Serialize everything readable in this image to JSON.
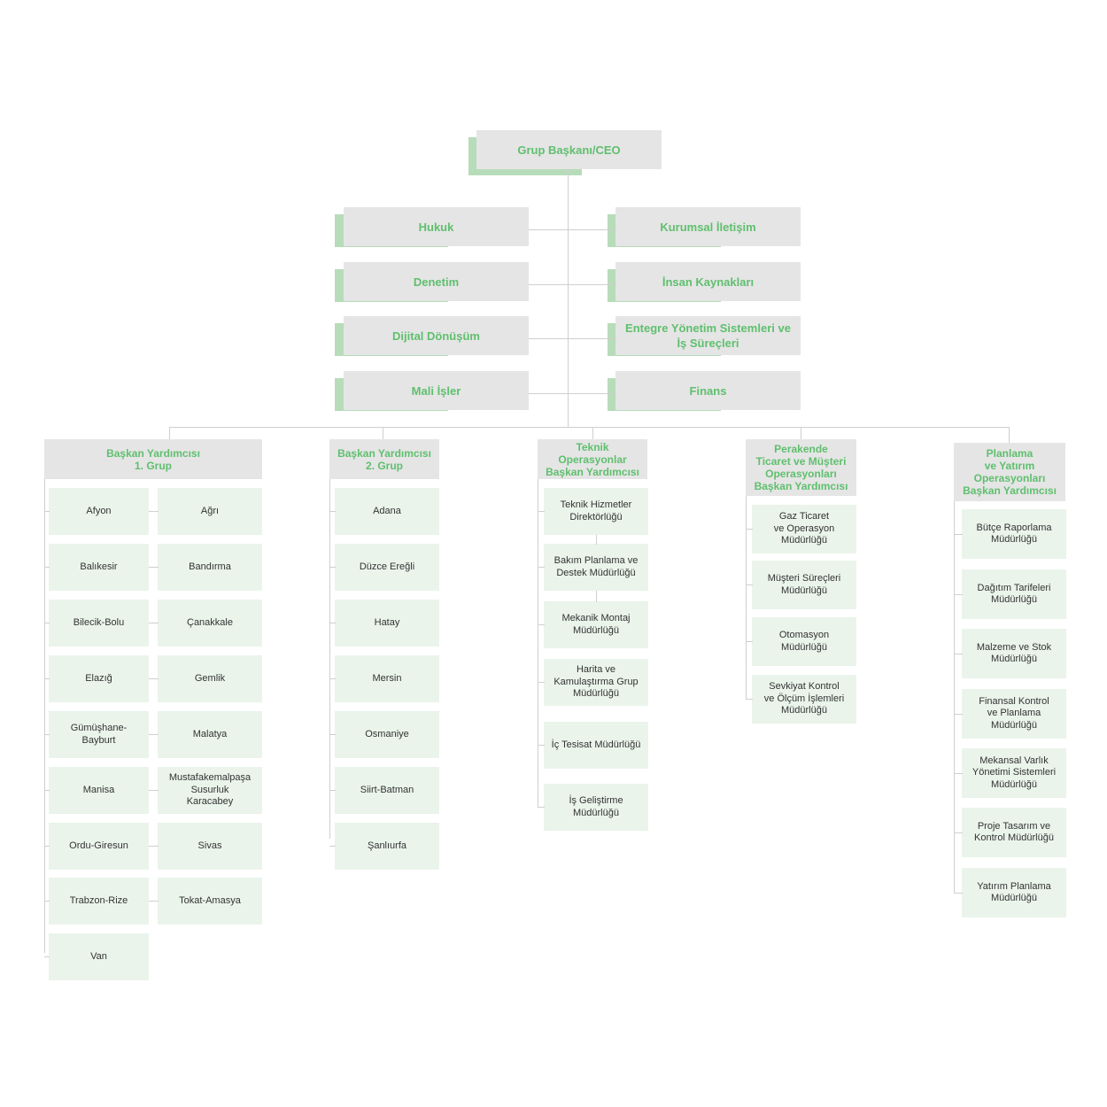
{
  "ceo": {
    "label": "Grup Başkanı/CEO"
  },
  "staff": {
    "left": [
      "Hukuk",
      "Denetim",
      "Dijital Dönüşüm",
      "Mali İşler"
    ],
    "right": [
      "Kurumsal İletişim",
      "İnsan Kaynakları",
      "Entegre Yönetim\nSistemleri ve İş Süreçleri",
      "Finans"
    ]
  },
  "columns": [
    {
      "head": "Başkan Yardımcısı\n1. Grup",
      "left": [
        "Afyon",
        "Balıkesir",
        "Bilecik-Bolu",
        "Elazığ",
        "Gümüşhane-\nBayburt",
        "Manisa",
        "Ordu-Giresun",
        "Trabzon-Rize",
        "Van"
      ],
      "right": [
        "Ağrı",
        "Bandırma",
        "Çanakkale",
        "Gemlik",
        "Malatya",
        "Mustafakemalpaşa\nSusurluk\nKaracabey",
        "Sivas",
        "Tokat-Amasya"
      ]
    },
    {
      "head": "Başkan Yardımcısı\n2. Grup",
      "items": [
        "Adana",
        "Düzce Ereğli",
        "Hatay",
        "Mersin",
        "Osmaniye",
        "Siirt-Batman",
        "Şanlıurfa"
      ]
    },
    {
      "head": "Teknik\nOperasyonlar\nBaşkan Yardımcısı",
      "items": [
        "Teknik Hizmetler\nDirektörlüğü",
        "Bakım Planlama ve\nDestek Müdürlüğü",
        "Mekanik Montaj\nMüdürlüğü",
        "Harita ve\nKamulaştırma Grup\nMüdürlüğü",
        "İç Tesisat Müdürlüğü",
        "İş Geliştirme\nMüdürlüğü"
      ]
    },
    {
      "head": "Perakende\nTicaret ve Müşteri\nOperasyonları\nBaşkan Yardımcısı",
      "items": [
        "Gaz Ticaret\nve Operasyon\nMüdürlüğü",
        "Müşteri Süreçleri\nMüdürlüğü",
        "Otomasyon\nMüdürlüğü",
        "Sevkiyat Kontrol\nve Ölçüm İşlemleri\nMüdürlüğü"
      ]
    },
    {
      "head": "Planlama\nve Yatırım\nOperasyonları\nBaşkan Yardımcısı",
      "items": [
        "Bütçe Raporlama\nMüdürlüğü",
        "Dağıtım Tarifeleri\nMüdürlüğü",
        "Malzeme ve Stok\nMüdürlüğü",
        "Finansal Kontrol\nve Planlama\nMüdürlüğü",
        "Mekansal Varlık\nYönetimi Sistemleri\nMüdürlüğü",
        "Proje Tasarım ve\nKontrol Müdürlüğü",
        "Yatırım Planlama\nMüdürlüğü"
      ]
    }
  ]
}
